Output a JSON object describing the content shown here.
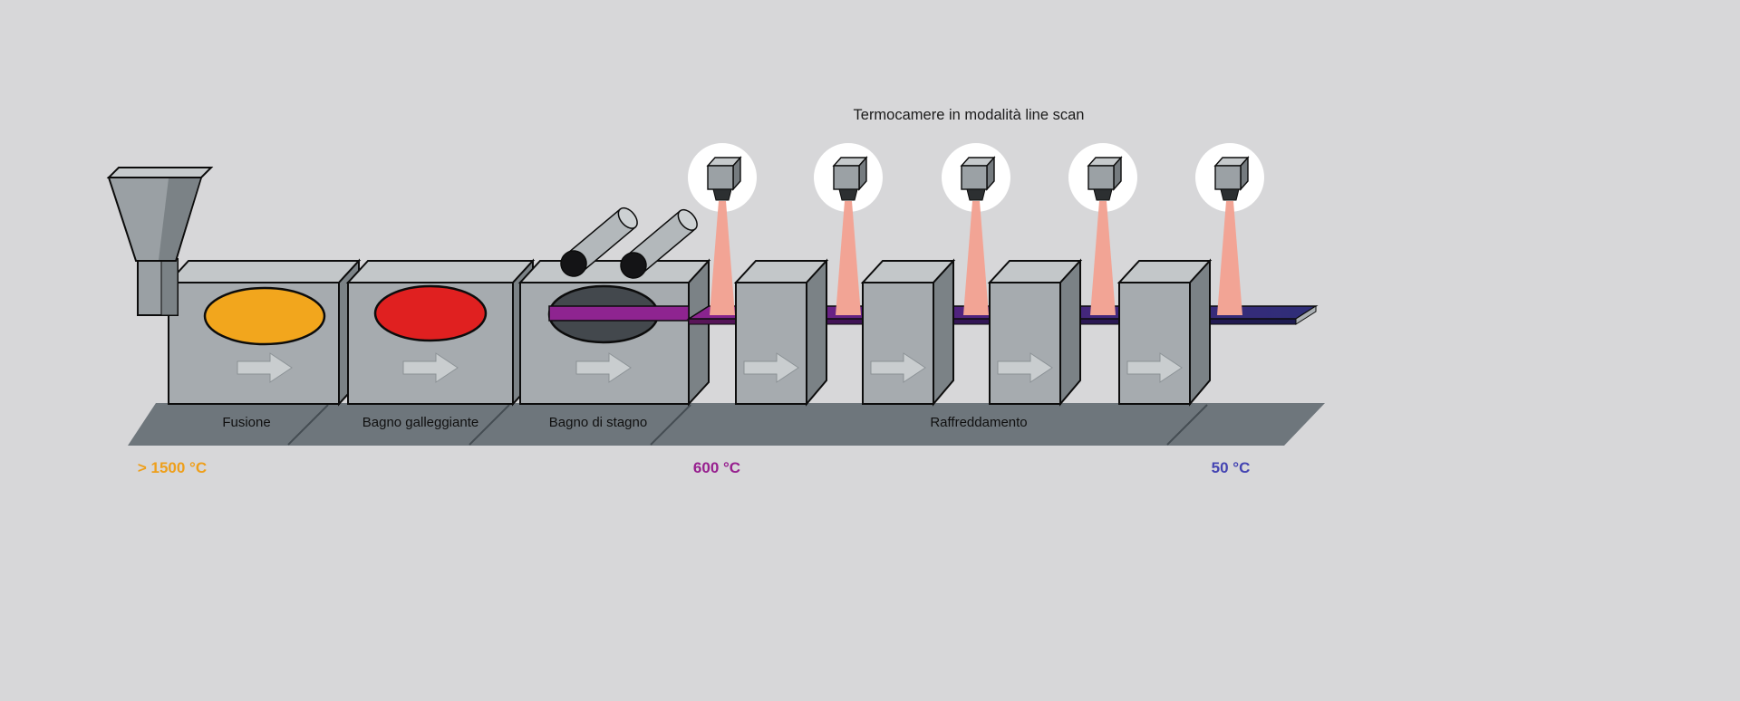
{
  "diagram": {
    "title": "Termocamere in modalità line scan",
    "camera_count": 5,
    "floor_labels": [
      {
        "id": "fusione",
        "label": "Fusione"
      },
      {
        "id": "bagno-galleggiante",
        "label": "Bagno galleggiante"
      },
      {
        "id": "bagno-di-stagno",
        "label": "Bagno di stagno"
      },
      {
        "id": "raffreddamento",
        "label": "Raffreddamento"
      }
    ],
    "temperatures": [
      {
        "id": "melting",
        "label": "> 1500 °C",
        "color": "#ee9f1b"
      },
      {
        "id": "tin-bath-exit",
        "label": "600 °C",
        "color": "#97208f"
      },
      {
        "id": "end-of-line",
        "label": "50 °C",
        "color": "#4444b2"
      }
    ],
    "icons": {
      "camera": "thermal-camera-icon",
      "beam": "scan-beam",
      "arrow": "flow-arrow-icon",
      "hopper": "hopper-icon",
      "rollers": "roller-icon"
    },
    "colors": {
      "background": "#d7d7d9",
      "box_front": "#a6abaf",
      "box_top": "#c3c7c9",
      "box_side": "#7b8286",
      "floor": "#6e767c",
      "melt_orange": "#f2a61d",
      "melt_red": "#e02020",
      "tin_purple": "#8e2490",
      "ribbon_gradient_start": "#8e2490",
      "ribbon_gradient_end": "#2e2e78",
      "beam_salmon": "#f2a495",
      "camera_circle": "#ffffff"
    }
  }
}
